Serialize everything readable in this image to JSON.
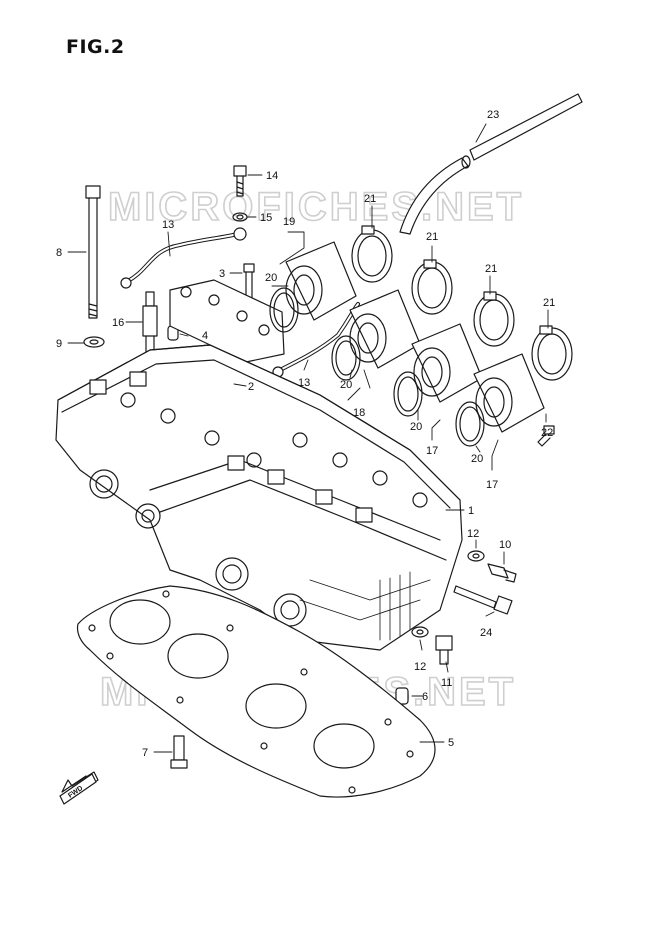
{
  "figure": {
    "title": "FIG.2"
  },
  "watermark": {
    "text": "MICROFICHES.NET",
    "color": "#d4d4d4"
  },
  "fwd_arrow": {
    "label": "FWD"
  },
  "callouts": [
    {
      "num": "23"
    },
    {
      "num": "14"
    },
    {
      "num": "15"
    },
    {
      "num": "21"
    },
    {
      "num": "13"
    },
    {
      "num": "19"
    },
    {
      "num": "21"
    },
    {
      "num": "8"
    },
    {
      "num": "3"
    },
    {
      "num": "20"
    },
    {
      "num": "21"
    },
    {
      "num": "16"
    },
    {
      "num": "4"
    },
    {
      "num": "21"
    },
    {
      "num": "9"
    },
    {
      "num": "13"
    },
    {
      "num": "20"
    },
    {
      "num": "2"
    },
    {
      "num": "18"
    },
    {
      "num": "20"
    },
    {
      "num": "17"
    },
    {
      "num": "22"
    },
    {
      "num": "20"
    },
    {
      "num": "17"
    },
    {
      "num": "1"
    },
    {
      "num": "12"
    },
    {
      "num": "10"
    },
    {
      "num": "24"
    },
    {
      "num": "12"
    },
    {
      "num": "11"
    },
    {
      "num": "6"
    },
    {
      "num": "5"
    },
    {
      "num": "7"
    }
  ]
}
